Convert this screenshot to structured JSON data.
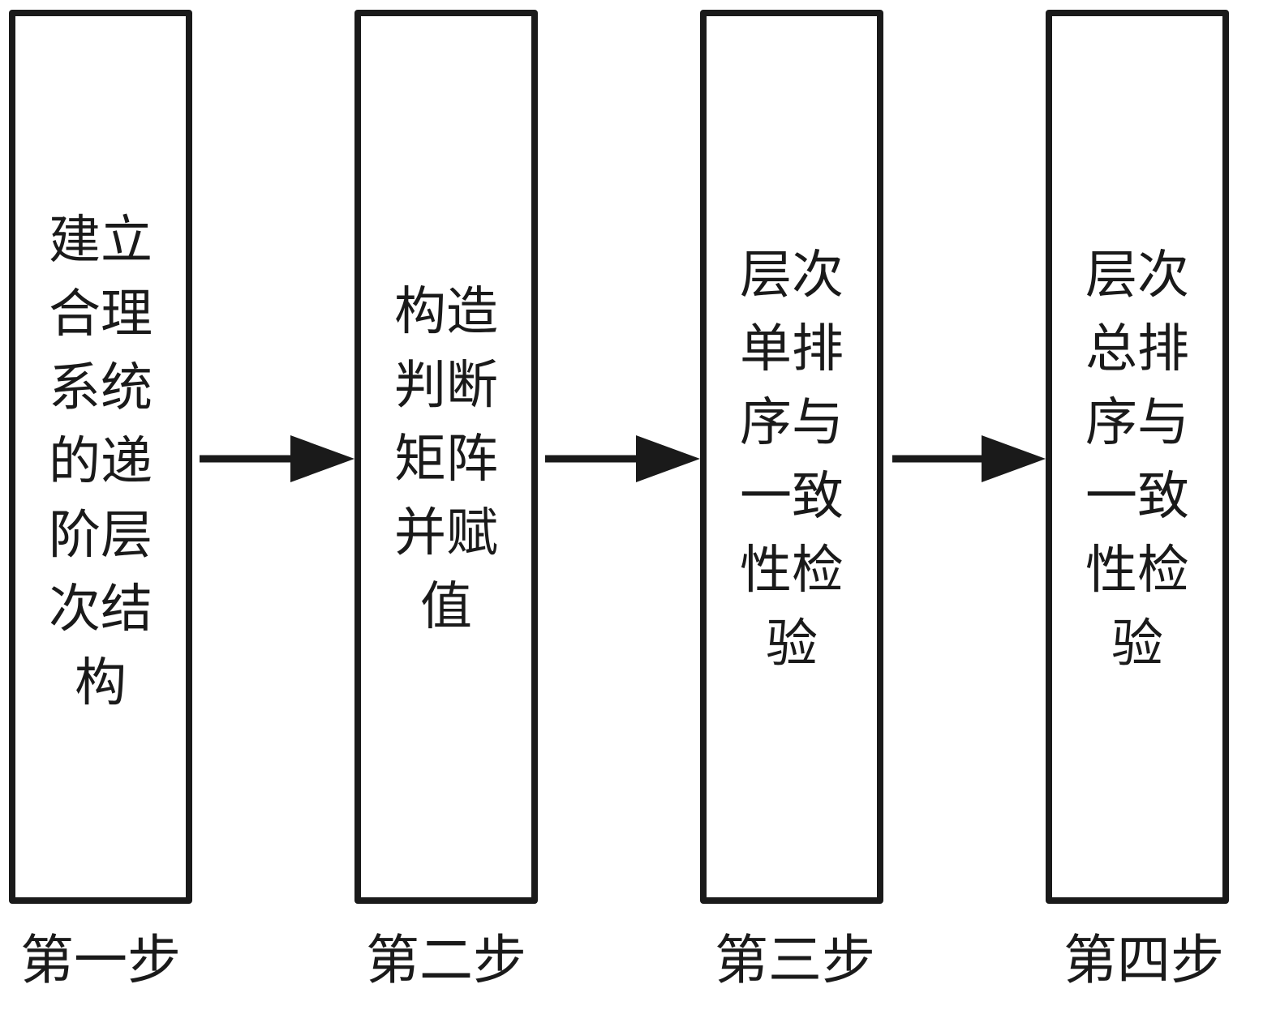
{
  "steps": [
    {
      "box_text": "建立\n合理\n系统\n的递\n阶层\n次结\n构",
      "label": "第一步"
    },
    {
      "box_text": "构造\n判断\n矩阵\n并赋\n值",
      "label": "第二步"
    },
    {
      "box_text": "层次\n单排\n序与\n一致\n性检\n验",
      "label": "第三步"
    },
    {
      "box_text": "层次\n总排\n序与\n一致\n性检\n验",
      "label": "第四步"
    }
  ],
  "colors": {
    "line": "#1a1a1a",
    "background": "#ffffff"
  }
}
